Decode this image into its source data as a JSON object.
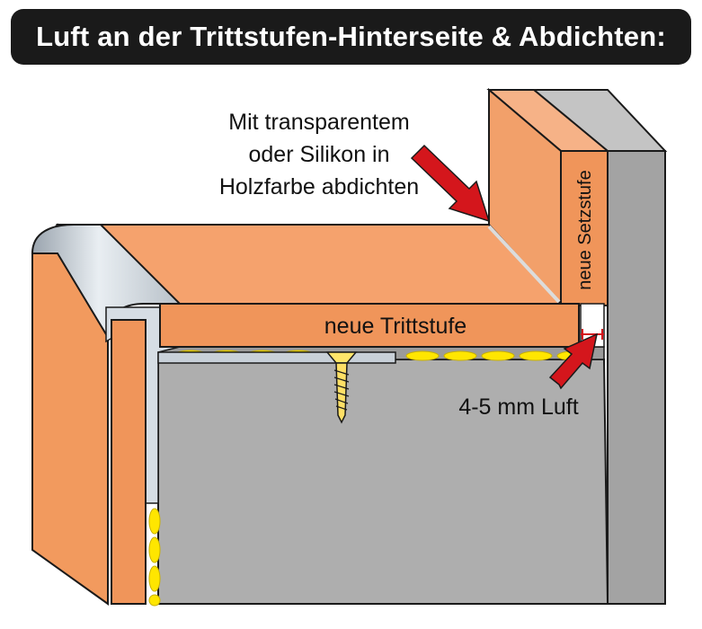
{
  "title": "Luft an der Trittstufen-Hinterseite & Abdichten:",
  "labels": {
    "seal_note_line1": "Mit transparentem",
    "seal_note_line2": "oder Silikon in",
    "seal_note_line3": "Holzfarbe abdichten",
    "new_tread": "neue Trittstufe",
    "new_riser": "neue Setzstufe",
    "gap": "4-5 mm Luft"
  },
  "colors": {
    "wood_light": "#f6aa78",
    "wood_mid": "#f0955a",
    "wood_dark": "#e67e3a",
    "concrete": "#aeaeae",
    "concrete_dark": "#8f8f8f",
    "metal_profile": "#d6dde4",
    "adhesive_yellow": "#ffe600",
    "arrow_red": "#d4161c",
    "outline": "#1a1a1a"
  },
  "icons": {
    "arrow_seal": "red-arrow-icon",
    "arrow_gap": "red-arrow-icon",
    "screw": "screw-icon"
  }
}
